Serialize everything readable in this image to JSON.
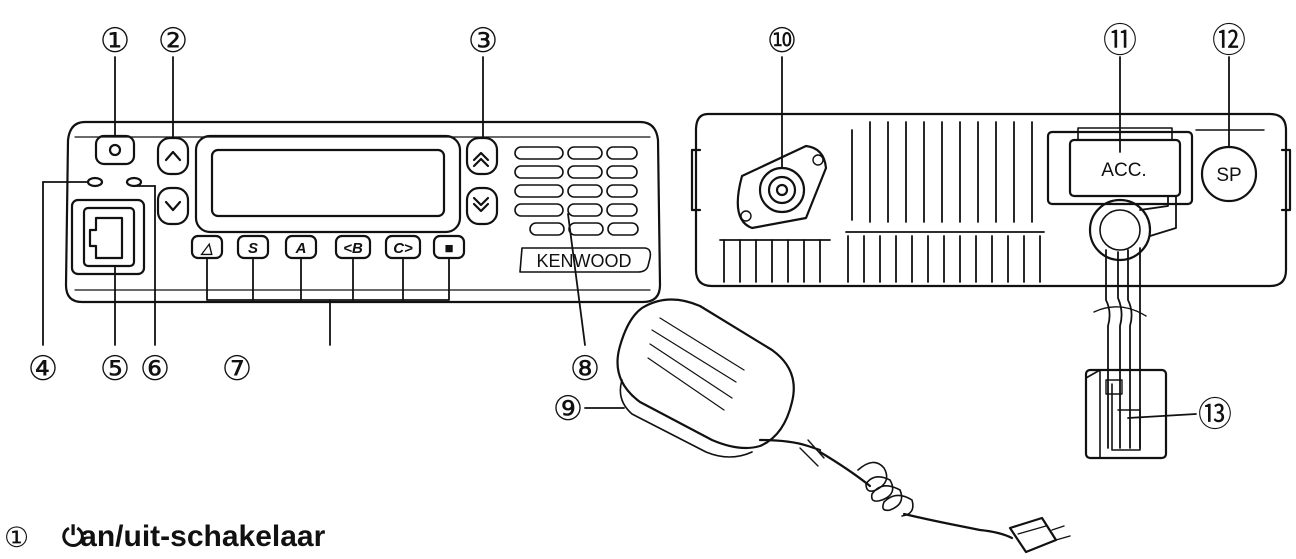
{
  "callouts": [
    "①",
    "②",
    "③",
    "④",
    "⑤",
    "⑥",
    "⑦",
    "⑧",
    "⑨",
    "⑩",
    "⑪",
    "⑫",
    "⑬"
  ],
  "buttons": [
    "△",
    "S",
    "A",
    "<B",
    "C>",
    "■"
  ],
  "brand": "KENWOOD",
  "rear_labels": {
    "acc": "ACC.",
    "sp": "SP"
  },
  "caption": {
    "number": "①",
    "icon": "⏻",
    "text": "an/uit-schakelaar"
  }
}
